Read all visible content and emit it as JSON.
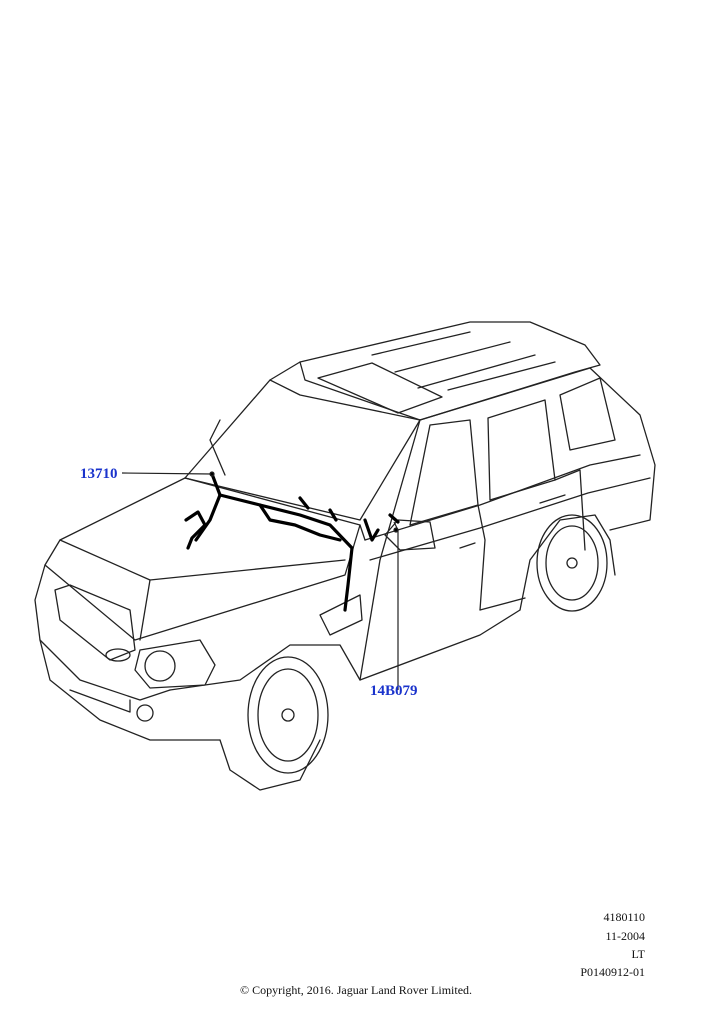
{
  "callouts": [
    {
      "label": "13710"
    },
    {
      "label": "14B079"
    }
  ],
  "meta": [
    "4180110",
    "11-2004",
    "LT",
    "P0140912-01"
  ],
  "copyright": "© Copyright, 2016. Jaguar Land Rover Limited.",
  "colors": {
    "callout": "#1a33cc",
    "line": "#222222",
    "harness": "#000000"
  }
}
